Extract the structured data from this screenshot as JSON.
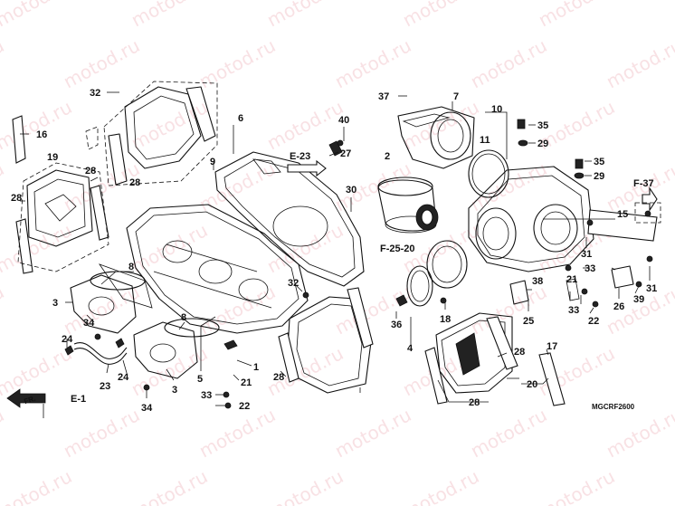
{
  "watermark": "motod.ru",
  "diagram_code": "MGCRF2600",
  "front_arrow": "FR.",
  "refs": {
    "e23": "E-23",
    "e1": "E-1",
    "f2520": "F-25-20",
    "f37": "F-37"
  },
  "callouts": {
    "c32a": "32",
    "c16": "16",
    "c19": "19",
    "c28a": "28",
    "c28b": "28",
    "c28c": "28",
    "c6": "6",
    "c9": "9",
    "c40": "40",
    "c27": "27",
    "c30": "30",
    "c37": "37",
    "c7": "7",
    "c10": "10",
    "c11": "11",
    "c35a": "35",
    "c29a": "29",
    "c2": "2",
    "c35b": "35",
    "c29b": "29",
    "c15": "15",
    "c31a": "31",
    "c31b": "31",
    "c8a": "8",
    "c3a": "3",
    "c34a": "34",
    "c24a": "24",
    "c23": "23",
    "c24b": "24",
    "c8b": "8",
    "c3b": "3",
    "c34b": "34",
    "c5": "5",
    "c1": "1",
    "c21a": "21",
    "c33a": "33",
    "c22a": "22",
    "c32b": "32",
    "c28d": "28",
    "c36": "36",
    "c4": "4",
    "c18": "18",
    "c38": "38",
    "c25": "25",
    "c21b": "21",
    "c33b": "33",
    "c22b": "22",
    "c33c": "33",
    "c26": "26",
    "c39": "39",
    "c28e": "28",
    "c17": "17",
    "c20": "20",
    "c28f": "28"
  }
}
